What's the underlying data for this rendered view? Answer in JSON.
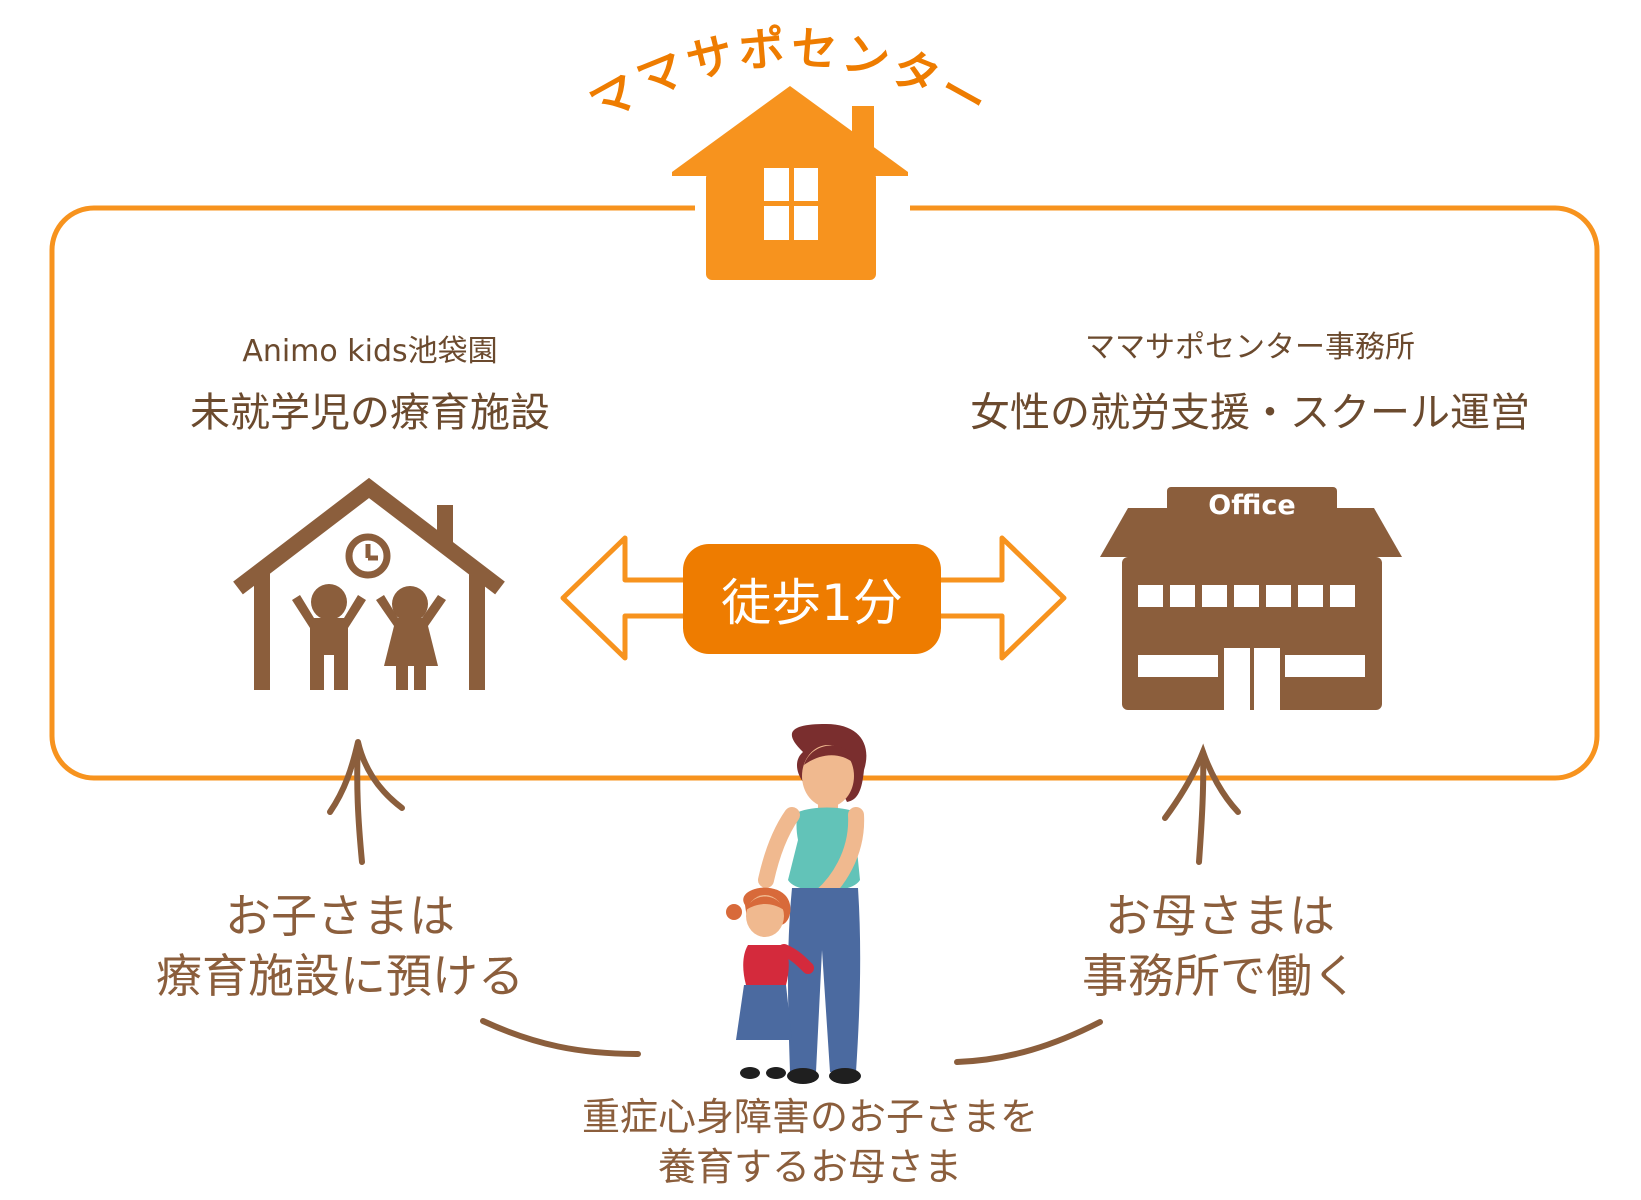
{
  "center": {
    "name": "ママサポセンター"
  },
  "left_facility": {
    "name": "Animo kids池袋園",
    "description": "未就学児の療育施設",
    "icon": "house-with-children-icon"
  },
  "right_facility": {
    "name": "ママサポセンター事務所",
    "description": "女性の就労支援・スクール運営",
    "icon": "office-building-icon",
    "sign": "Office"
  },
  "connector": {
    "label": "徒歩1分",
    "icon": "double-arrow-icon"
  },
  "child_caption": {
    "line1": "お子さまは",
    "line2": "療育施設に預ける"
  },
  "mother_caption": {
    "line1": "お母さまは",
    "line2": "事務所で働く"
  },
  "bottom_caption": {
    "line1": "重症心身障害のお子さまを",
    "line2": "養育するお母さま"
  },
  "colors": {
    "orange": "#f7931e",
    "accent": "#ee7c00",
    "brown": "#8b5e3c",
    "text": "#6b4a2e"
  }
}
